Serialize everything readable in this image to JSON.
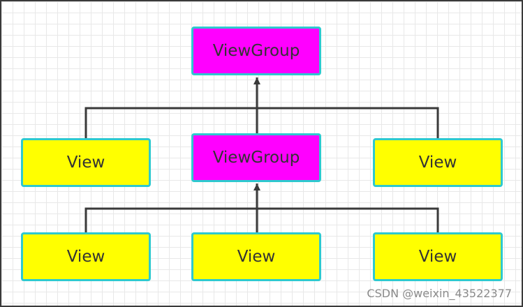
{
  "nodes": {
    "root": {
      "label": "ViewGroup",
      "kind": "group"
    },
    "level1": [
      {
        "label": "View",
        "kind": "leaf"
      },
      {
        "label": "ViewGroup",
        "kind": "group"
      },
      {
        "label": "View",
        "kind": "leaf"
      }
    ],
    "level2": [
      {
        "label": "View",
        "kind": "leaf"
      },
      {
        "label": "View",
        "kind": "leaf"
      },
      {
        "label": "View",
        "kind": "leaf"
      }
    ]
  },
  "colors": {
    "group_fill": "#ff00ff",
    "leaf_fill": "#ffff00",
    "node_border": "#2ec9cf",
    "connector": "#3a3a3a",
    "grid": "#e8e8e8"
  },
  "watermark": "CSDN @weixin_43522377"
}
